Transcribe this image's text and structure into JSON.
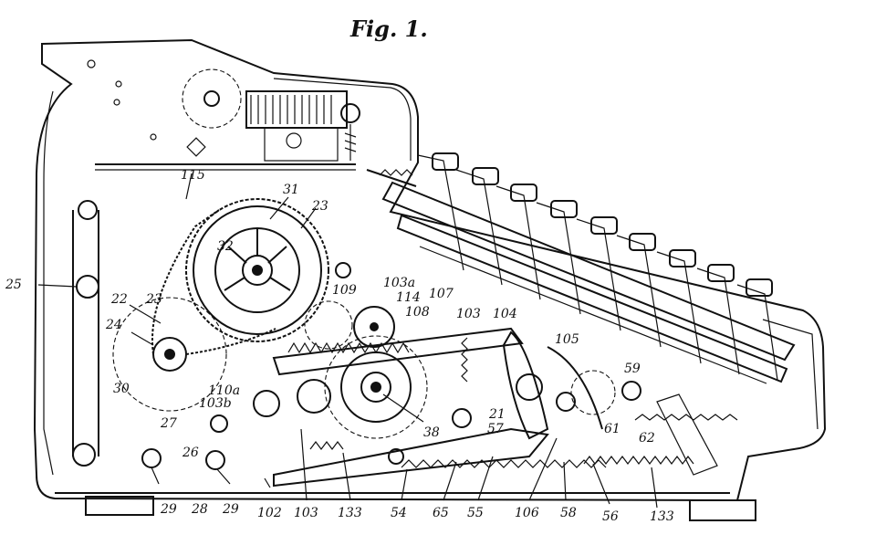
{
  "figure": {
    "title": "Fig. 1.",
    "labels": {
      "l115": "115",
      "l31": "31",
      "l23a": "23",
      "l32": "32",
      "l25": "25",
      "l22": "22",
      "l23b": "23",
      "l24": "24",
      "l30": "30",
      "l110a": "110a",
      "l103b": "103b",
      "l27": "27",
      "l26": "26",
      "l109": "109",
      "l103a": "103a",
      "l114": "114",
      "l108": "108",
      "l107": "107",
      "l103": "103",
      "l104": "104",
      "l105": "105",
      "l59": "59",
      "l21": "21",
      "l57": "57",
      "l38": "38",
      "l61": "61",
      "l62": "62",
      "b29a": "29",
      "b28": "28",
      "b29b": "29",
      "b102": "102",
      "b103": "103",
      "b133a": "133",
      "b54": "54",
      "b65": "65",
      "b55": "55",
      "b106": "106",
      "b58": "58",
      "b56": "56",
      "b133b": "133"
    }
  }
}
